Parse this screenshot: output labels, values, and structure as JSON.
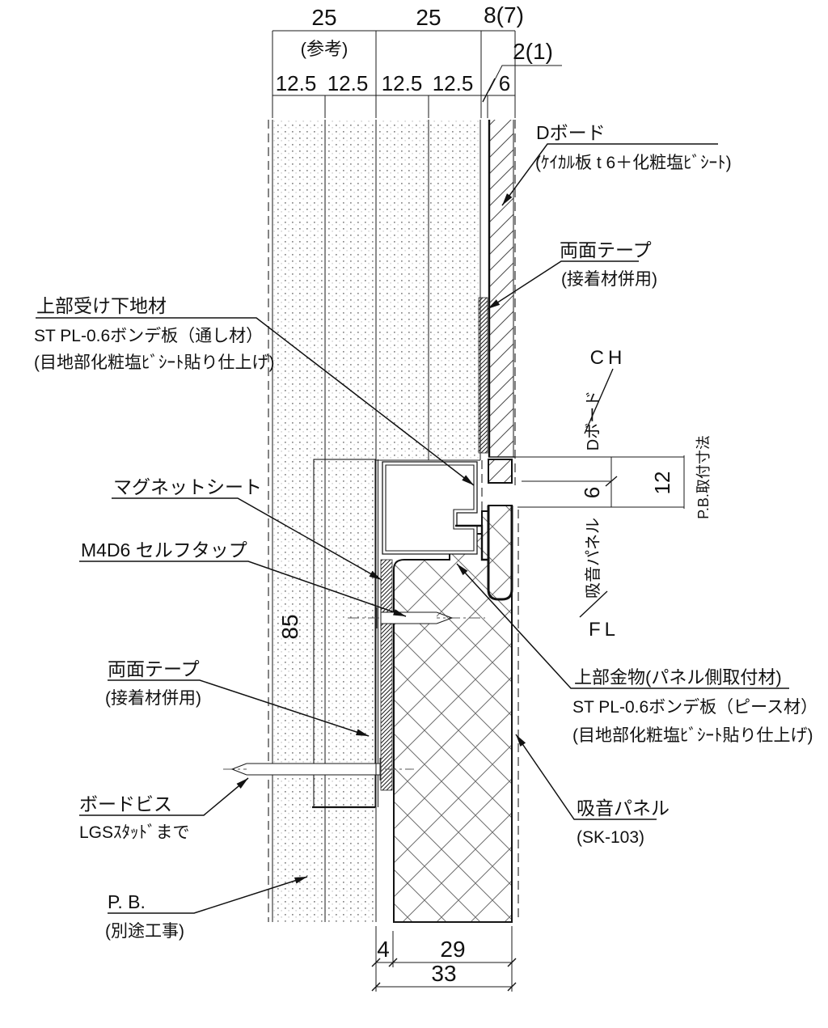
{
  "dim_top": {
    "seg25_left": "25",
    "ref_note": "(参考)",
    "seg25_right": "25",
    "seg8": "8(7)",
    "seg2": "2(1)",
    "sub125_1": "12.5",
    "sub125_2": "12.5",
    "sub125_3": "12.5",
    "sub125_4": "12.5",
    "sub6": "6"
  },
  "dim_bottom": {
    "seg4": "4",
    "seg29": "29",
    "total33": "33"
  },
  "dim_right": {
    "gap6": "6",
    "mount12": "12",
    "mount_label": "P.B.取付寸法"
  },
  "dim_left": {
    "height85": "85"
  },
  "axis": {
    "ch": "CH",
    "fl": "FL",
    "dboard_run": "Dボード",
    "panel_run": "吸音パネル"
  },
  "labels": {
    "upper_base": {
      "title": "上部受け下地材",
      "spec": "ST PL-0.6ボンデ板（通し材）",
      "finish": "(目地部化粧塩ﾋﾞｼｰﾄ貼り仕上げ)"
    },
    "d_board": {
      "title": "Dボード",
      "spec": "(ｹｲｶﾙ板 t 6＋化粧塩ﾋﾞｼｰﾄ)"
    },
    "tape_upper": {
      "title": "両面テープ",
      "note": "(接着材併用)"
    },
    "magnet_sheet": {
      "title": "マグネットシート"
    },
    "self_tap": {
      "title": "M4D6  セルフタップ"
    },
    "tape_lower": {
      "title": "両面テープ",
      "note": "(接着材併用)"
    },
    "board_screw": {
      "title": "ボードビス",
      "note": "LGSｽﾀｯﾄﾞまで"
    },
    "pb": {
      "title": "P. B.",
      "note": "(別途工事)"
    },
    "upper_bracket": {
      "title": "上部金物(パネル側取付材)",
      "spec": "ST PL-0.6ボンデ板（ピース材）",
      "finish": "(目地部化粧塩ﾋﾞｼｰﾄ貼り仕上げ)"
    },
    "sound_panel": {
      "title": "吸音パネル",
      "model": "(SK-103)"
    }
  }
}
